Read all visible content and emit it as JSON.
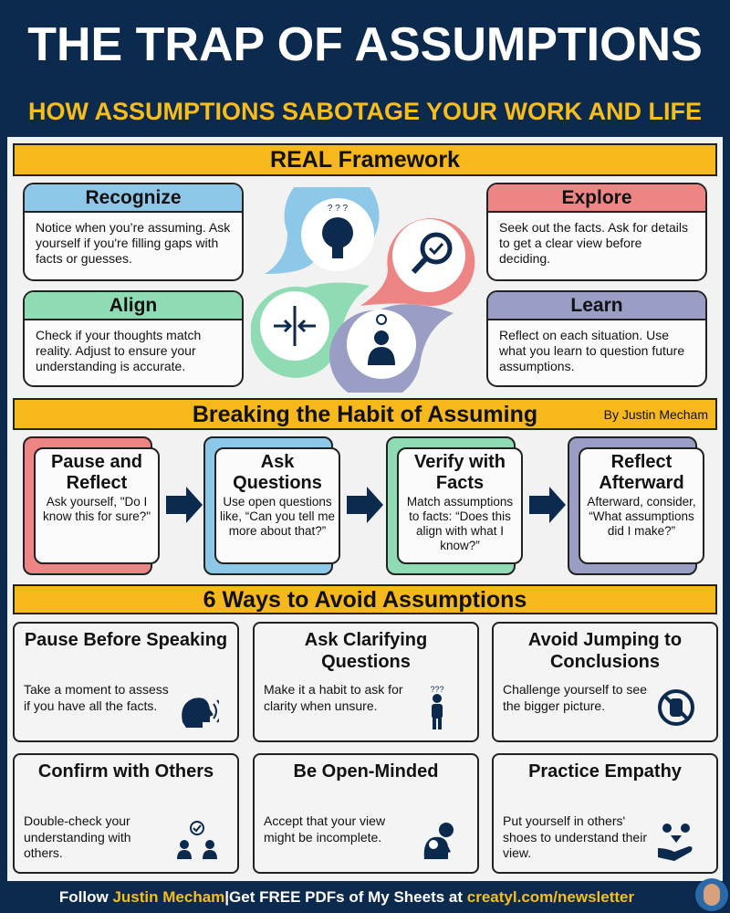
{
  "header": {
    "title": "THE TRAP OF ASSUMPTIONS",
    "subtitle": "HOW ASSUMPTIONS SABOTAGE YOUR WORK AND LIFE"
  },
  "framework": {
    "title": "REAL Framework",
    "cards": [
      {
        "title": "Recognize",
        "text": "Notice when you’re assuming. Ask yourself if you're filling gaps with facts or guesses.",
        "color": "#8ec8e8",
        "icon": "lightbulb-brain-icon"
      },
      {
        "title": "Explore",
        "text": "Seek out the facts. Ask for details to get a clear view before deciding.",
        "color": "#ee8585",
        "icon": "magnifier-check-icon"
      },
      {
        "title": "Align",
        "text": "Check if your thoughts match reality. Adjust to ensure your understanding is accurate.",
        "color": "#8fdcb4",
        "icon": "align-arrows-icon"
      },
      {
        "title": "Learn",
        "text": "Reflect on each situation. Use what you learn to question future assumptions.",
        "color": "#9a9ec4",
        "icon": "learner-icon"
      }
    ]
  },
  "habit": {
    "title": "Breaking the Habit of Assuming",
    "byline": "By Justin Mecham",
    "steps": [
      {
        "title": "Pause and Reflect",
        "text": "Ask yourself, \"Do I know this for sure?\"",
        "color": "#ee8585"
      },
      {
        "title": "Ask Questions",
        "text": "Use open questions like, “Can you tell me more about that?”",
        "color": "#8ec8e8"
      },
      {
        "title": "Verify with Facts",
        "text": "Match assumptions to facts: “Does this align with what I know?”",
        "color": "#8fdcb4"
      },
      {
        "title": "Reflect Afterward",
        "text": "Afterward, consider, “What assumptions did I make?”",
        "color": "#9a9ec4"
      }
    ]
  },
  "ways": {
    "title": "6 Ways to Avoid Assumptions",
    "items": [
      {
        "title": "Pause Before Speaking",
        "text": "Take a moment to assess if you have all the facts.",
        "icon": "speaking-head-icon"
      },
      {
        "title": "Ask Clarifying Questions",
        "text": "Make it a habit to ask for clarity when unsure.",
        "icon": "person-question-icon"
      },
      {
        "title": "Avoid Jumping to Conclusions",
        "text": "Challenge yourself to see the bigger picture.",
        "icon": "stop-hand-icon"
      },
      {
        "title": "Confirm with Others",
        "text": "Double-check your understanding with others.",
        "icon": "people-check-icon"
      },
      {
        "title": "Be Open-Minded",
        "text": "Accept that your view might be incomplete.",
        "icon": "open-mind-icon"
      },
      {
        "title": "Practice Empathy",
        "text": "Put yourself in others' shoes to understand their view.",
        "icon": "empathy-hand-icon"
      }
    ]
  },
  "footer": {
    "follow": "Follow",
    "name": "Justin Mecham",
    "sep": "|",
    "cta": "Get FREE PDFs of My Sheets at",
    "link": "creatyl.com/newsletter"
  },
  "colors": {
    "navy": "#0c2a4d",
    "yellow": "#f7b81c"
  }
}
